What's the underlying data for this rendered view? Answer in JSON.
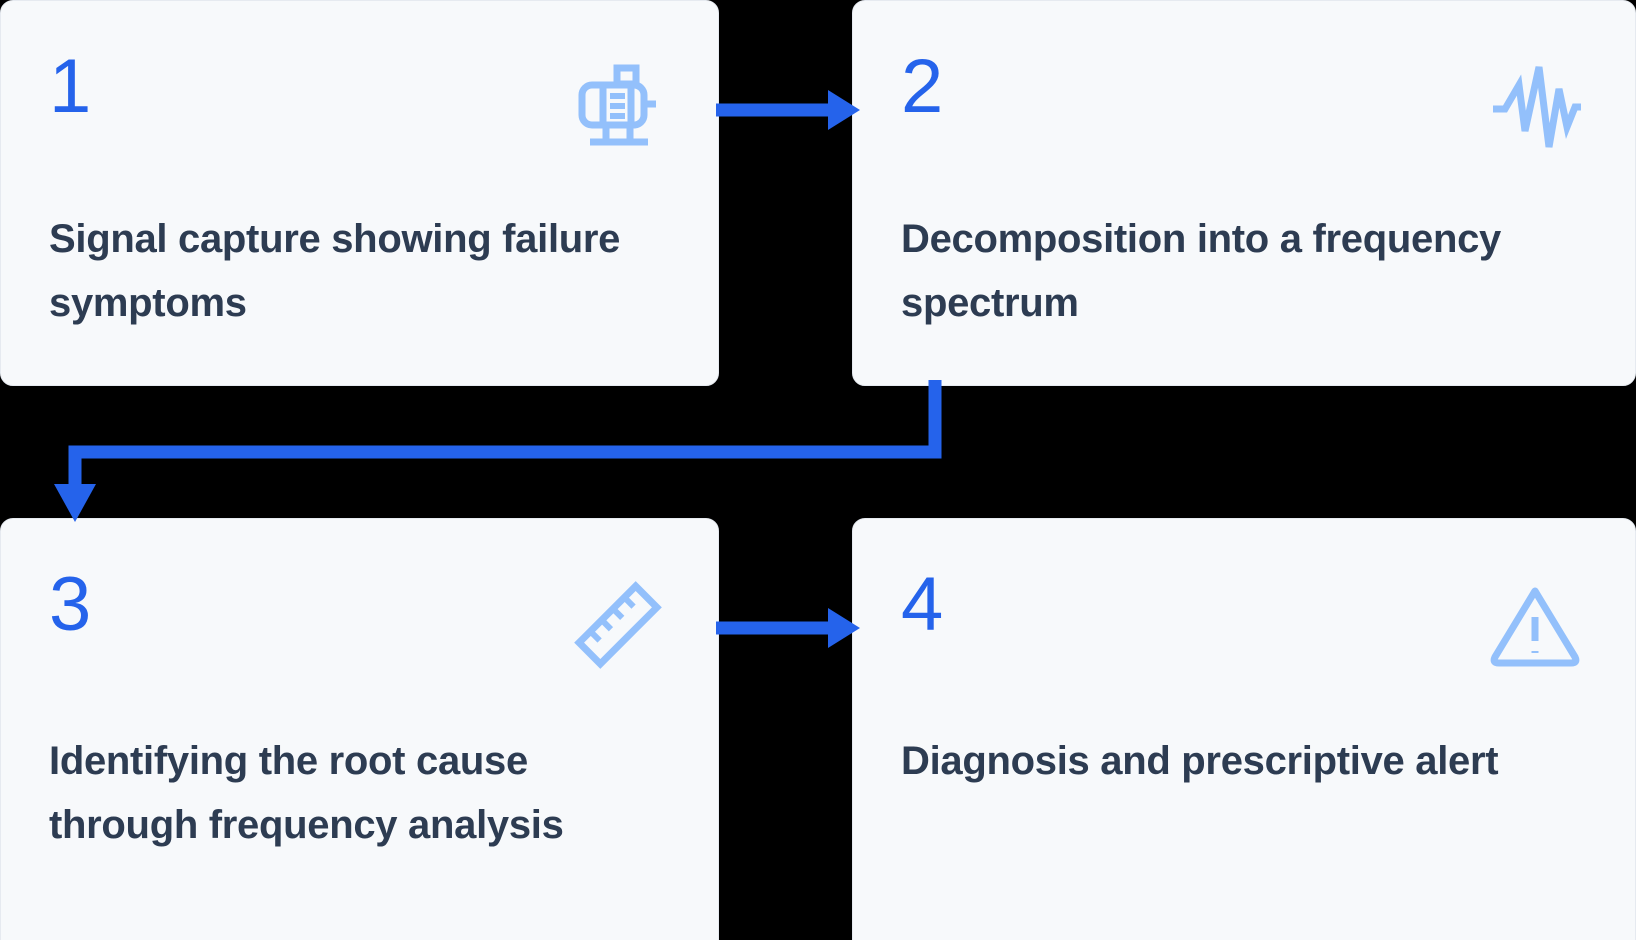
{
  "theme": {
    "background": "#000000",
    "card_background": "#F7F9FB",
    "card_border": "#E6EAF0",
    "number_color": "#2563EB",
    "text_color": "#2D3C52",
    "icon_color": "#93C0FB",
    "arrow_color": "#2563EB"
  },
  "diagram": {
    "type": "4-step process flow",
    "flow": [
      "1",
      "2",
      "3",
      "4"
    ],
    "steps": [
      {
        "number": "1",
        "text": "Signal capture showing failure symptoms",
        "icon": "motor-icon"
      },
      {
        "number": "2",
        "text": "Decomposition into a frequency spectrum",
        "icon": "waveform-icon"
      },
      {
        "number": "3",
        "text": "Identifying the root cause through frequency analysis",
        "icon": "ruler-icon"
      },
      {
        "number": "4",
        "text": "Diagnosis and prescriptive alert",
        "icon": "warning-triangle-icon"
      }
    ],
    "connectors": [
      {
        "from": "1",
        "to": "2",
        "shape": "horizontal-arrow-right"
      },
      {
        "from": "2",
        "to": "3",
        "shape": "elbow-arrow-down-left"
      },
      {
        "from": "3",
        "to": "4",
        "shape": "horizontal-arrow-right"
      }
    ]
  }
}
